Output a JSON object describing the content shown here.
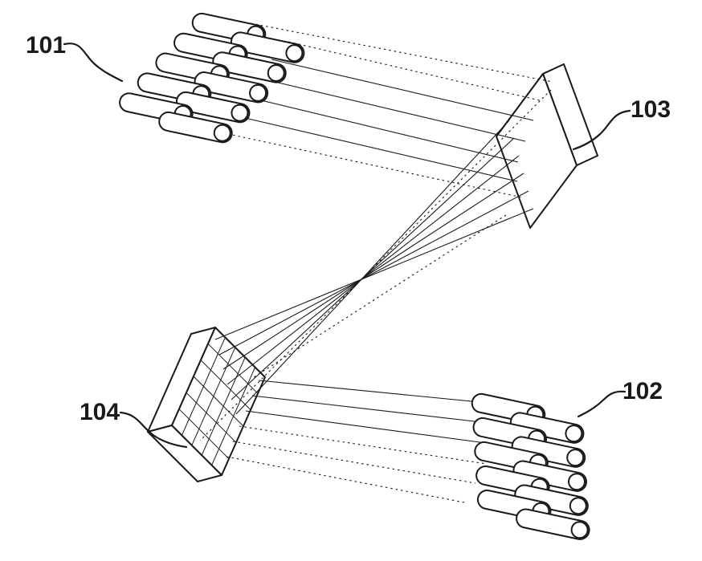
{
  "figure": {
    "labels": {
      "top_left_bundle": "101",
      "bottom_right_bundle": "102",
      "upper_right_slab": "103",
      "lower_left_slab": "104"
    },
    "colors": {
      "ink": "#1a1a1a",
      "background": "#ffffff"
    }
  }
}
